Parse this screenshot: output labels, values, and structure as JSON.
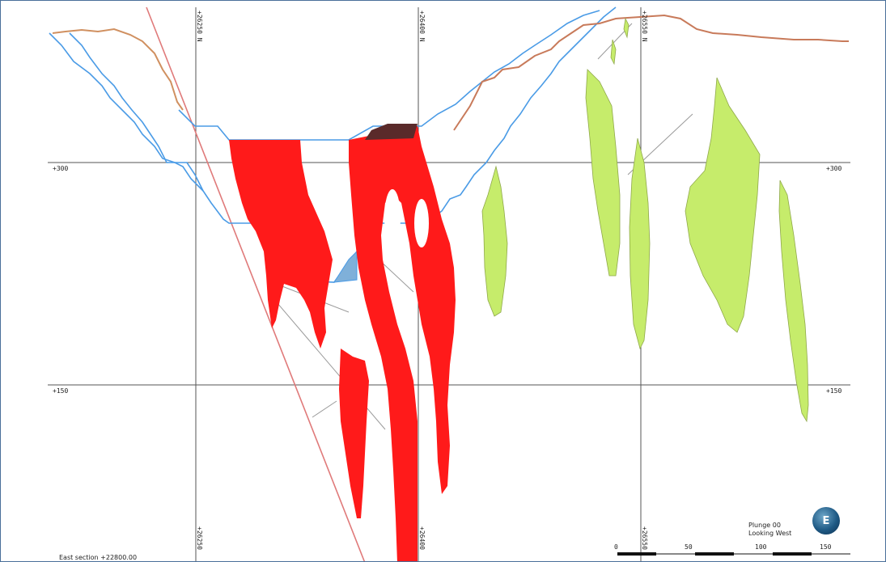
{
  "section": {
    "label": "East section +22800.00",
    "plunge": "Plunge 00",
    "looking": "Looking West",
    "compass_letter": "E"
  },
  "grid": {
    "northings": [
      "+26250 N",
      "+26400 N",
      "+26550 N"
    ],
    "northings_bottom": [
      "+26250",
      "+26400",
      "+26550"
    ],
    "elevations_left": [
      "+300",
      "+150"
    ],
    "elevations_right": [
      "+300",
      "+150"
    ]
  },
  "scale_bar": {
    "ticks": [
      "0",
      "50",
      "100",
      "150"
    ]
  },
  "colors": {
    "ore_body": "#ff1a1a",
    "lens": "#c6ec6b",
    "pit_shell": "#4a9be6",
    "fault": "#e07a7a",
    "topography": "#e08a5a",
    "grid": "#555555",
    "frame": "#4a6f9a"
  }
}
